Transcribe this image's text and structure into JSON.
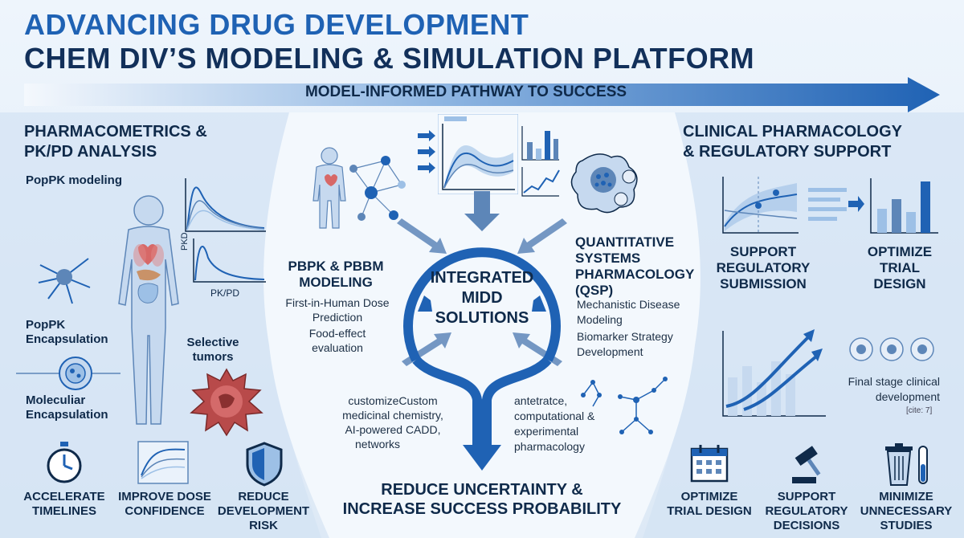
{
  "header": {
    "title_line1": "ADVANCING DRUG DEVELOPMENT",
    "title_line2": "CHEM DIV’S MODELING & SIMULATION PLATFORM",
    "banner": "MODEL-INFORMED PATHWAY TO SUCCESS"
  },
  "left": {
    "heading": [
      "PHARMACOMETRICS &",
      "PK/PD ANALYSIS"
    ],
    "popPK_modeling": "PopPK modeling",
    "chart_label_pkd": "PKD",
    "chart_label_pkpd": "PK/PD",
    "popPK_encapsulation": [
      "PopPK",
      "Encapsulation"
    ],
    "molecular_encapsulation": [
      "Moleculiar",
      "Encapsulation"
    ],
    "selective_tumors": [
      "Selective",
      "tumors"
    ],
    "benefits": [
      {
        "label": [
          "ACCELERATE",
          "TIMELINES"
        ],
        "icon": "stopwatch-icon"
      },
      {
        "label": [
          "IMPROVE DOSE",
          "CONFIDENCE"
        ],
        "icon": "chart-icon"
      },
      {
        "label": [
          "REDUCE",
          "DEVELOPMENT",
          "RISK"
        ],
        "icon": "shield-icon"
      }
    ]
  },
  "center": {
    "core": [
      "INTEGRATED",
      "MIDD",
      "SOLUTIONS"
    ],
    "pbpk_title": [
      "PBPK & PBBM",
      "MODELING"
    ],
    "pbpk_items": [
      "First-in-Human Dose",
      "Prediction",
      "Food-effect",
      "evaluation"
    ],
    "qsp_title": [
      "QUANTITATIVE",
      "SYSTEMS",
      "PHARMACOLOGY",
      "(QSP)"
    ],
    "qsp_items": [
      "Mechanistic Disease",
      "Modeling",
      "Biomarker Strategy",
      "Development"
    ],
    "bottom_left": [
      "customizeCustom",
      "medicinal chemistry,",
      "AI-powered CADD,",
      "networks"
    ],
    "bottom_right": [
      "antetratce,",
      "computational &",
      "experimental",
      "pharmacology"
    ],
    "outcome": [
      "REDUCE UNCERTAINTY &",
      "INCREASE SUCCESS PROBABILITY"
    ]
  },
  "right": {
    "heading": [
      "CLINICAL PHARMACOLOGY",
      "& REGULATORY SUPPORT"
    ],
    "support_submission": [
      "SUPPORT",
      "REGULATORY",
      "SUBMISSION"
    ],
    "optimize_trial": [
      "OPTIMIZE",
      "TRIAL",
      "DESIGN"
    ],
    "final_stage": [
      "Final stage clinical",
      "development"
    ],
    "cite": "[cite: 7]",
    "benefits": [
      {
        "label": [
          "OPTIMIZE",
          "TRIAL DESIGN"
        ],
        "icon": "calendar-icon"
      },
      {
        "label": [
          "SUPPORT",
          "REGULATORY",
          "DECISIONS"
        ],
        "icon": "gavel-icon"
      },
      {
        "label": [
          "MINIMIZE",
          "UNNECESSARY",
          "STUDIES"
        ],
        "icon": "trash-icon"
      }
    ]
  },
  "colors": {
    "primary": "#1f62b4",
    "dark": "#0f2a4a",
    "light": "#9dc0e6"
  }
}
